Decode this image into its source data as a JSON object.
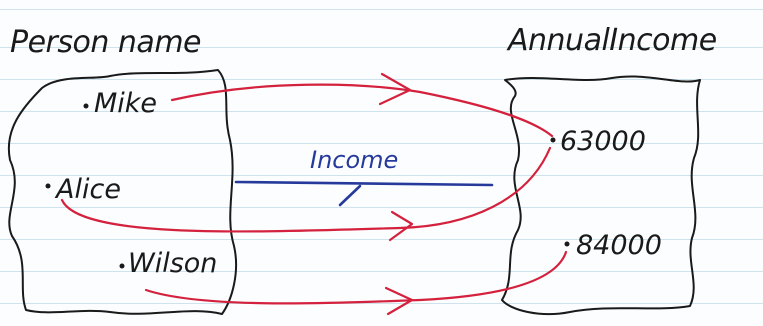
{
  "diagram": {
    "left_set": {
      "title": "Person name",
      "items": [
        "Mike",
        "Alice",
        "Wilson"
      ]
    },
    "right_set": {
      "title": "AnnualIncome",
      "items": [
        "63000",
        "84000"
      ]
    },
    "relation": {
      "label": "Income"
    },
    "mappings": [
      {
        "from": "Mike",
        "to": "63000"
      },
      {
        "from": "Alice",
        "to": "63000"
      },
      {
        "from": "Wilson",
        "to": "84000"
      }
    ],
    "colors": {
      "ink": "#1a1a1a",
      "arrow": "#d4213d",
      "relation": "#263a9c",
      "paper_rule": "#cfe3ec"
    }
  }
}
